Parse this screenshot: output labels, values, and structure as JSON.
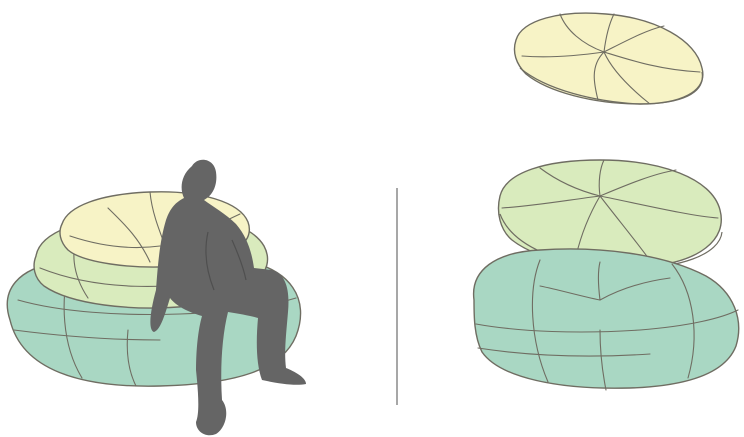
{
  "colors": {
    "background": "#ffffff",
    "outline": "#6f6d62",
    "base_cushion": "#a9d7c3",
    "middle_cushion": "#d9ebbd",
    "top_cushion": "#f7f3c6",
    "silhouette": "#656565",
    "divider": "#8a8a8a"
  },
  "icons": {
    "left_panel": [
      "stacked-cushion-seat",
      "seated-person-silhouette"
    ],
    "right_panel": [
      "top-cushion",
      "middle-cushion",
      "base-cushion"
    ]
  }
}
